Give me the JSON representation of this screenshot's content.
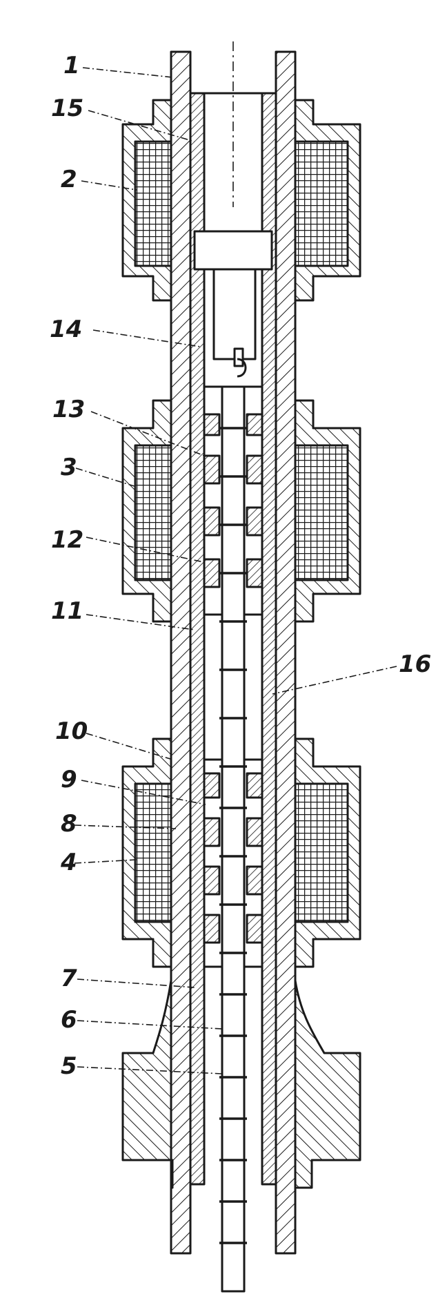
{
  "labels": [
    "1",
    "15",
    "2",
    "14",
    "13",
    "3",
    "12",
    "11",
    "16",
    "10",
    "9",
    "8",
    "4",
    "7",
    "6",
    "5"
  ],
  "colors": {
    "ink": "#1a1a1a",
    "paper": "#ffffff"
  }
}
